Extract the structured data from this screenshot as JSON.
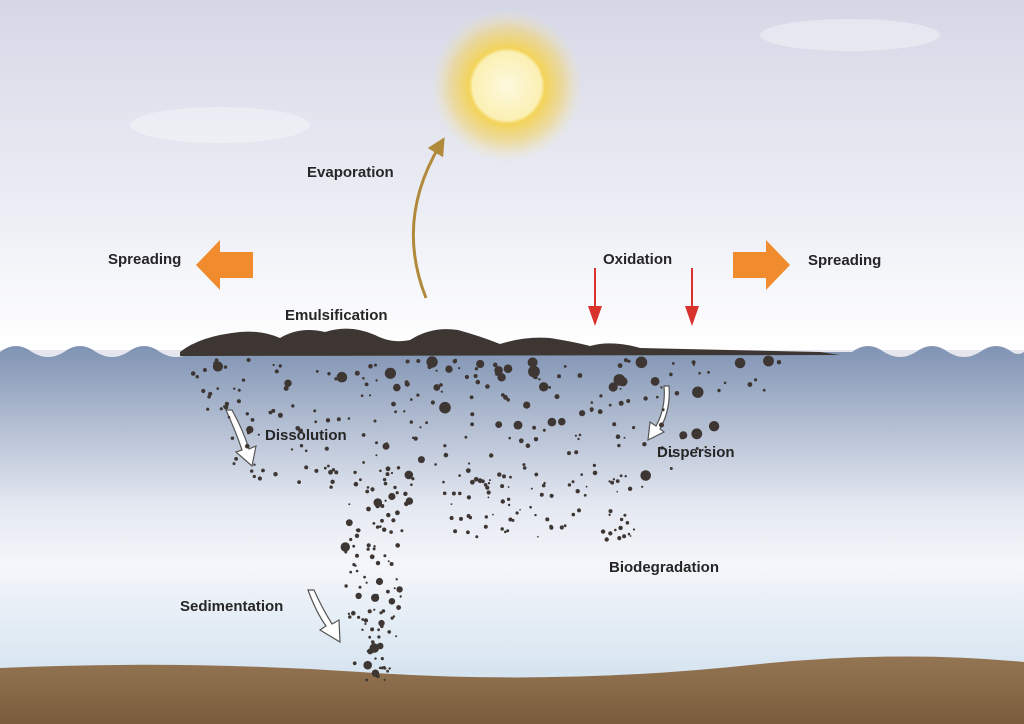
{
  "labels": {
    "evaporation": "Evaporation",
    "spreading_left": "Spreading",
    "spreading_right": "Spreading",
    "oxidation": "Oxidation",
    "emulsification": "Emulsification",
    "dissolution": "Dissolution",
    "dispersion": "Dispersion",
    "biodegradation": "Biodegradation",
    "sedimentation": "Sedimentation"
  },
  "colors": {
    "sky_top": "#d6d7e6",
    "sky_bottom": "#ffffff",
    "water_top": "#7f93b3",
    "water_mid": "#e9ecf4",
    "water_bottom": "#cfe0ee",
    "seabed": "#8a6b48",
    "oil": "#3e3633",
    "spreading_arrow": "#f08c2e",
    "oxidation_arrow": "#d9312b",
    "evaporation_arrow": "#b08a3a",
    "sun_core": "#fbf3c4",
    "sun_glow": "#f0c73a"
  }
}
